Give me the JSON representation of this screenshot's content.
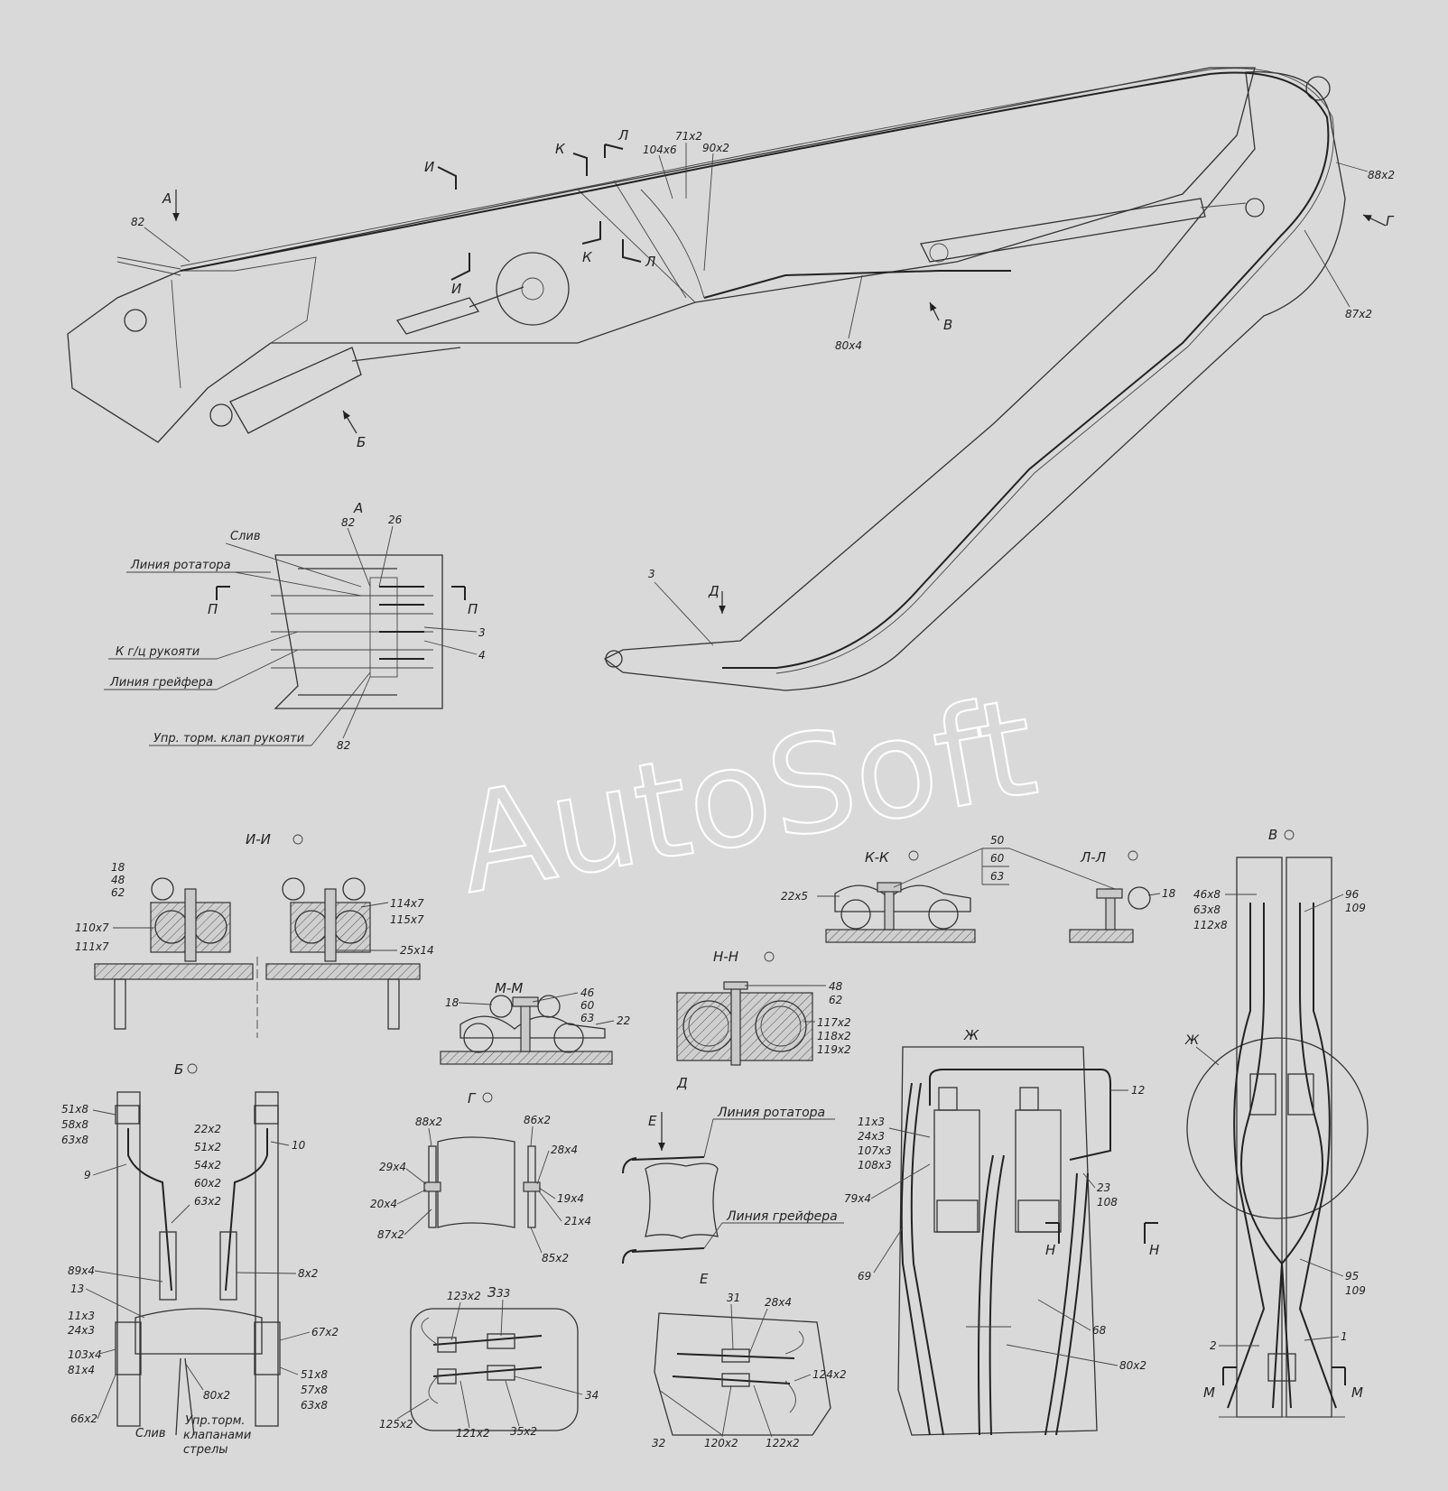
{
  "watermark": "AutoSoft",
  "main_view": {
    "view_markers": [
      "А",
      "Б",
      "В",
      "Г",
      "Д",
      "И",
      "И",
      "К",
      "К",
      "Л",
      "Л"
    ],
    "callouts": [
      "82",
      "104x6",
      "71x2",
      "90x2",
      "88x2",
      "87x2",
      "80x4",
      "3"
    ]
  },
  "view_A": {
    "title": "А",
    "section_marks": [
      "П",
      "П"
    ],
    "labels": [
      "Слив",
      "Линия ротатора",
      "К г/ц рукояти",
      "Линия грейфера",
      "Упр. торм. клап рукояти"
    ],
    "callouts": [
      "82",
      "26",
      "3",
      "4",
      "82"
    ]
  },
  "section_II": {
    "title": "И-И",
    "callouts": [
      "18",
      "48",
      "62",
      "110x7",
      "111x7",
      "114x7",
      "115x7",
      "25x14"
    ]
  },
  "section_KK": {
    "title": "К-К",
    "callouts": [
      "22x5",
      "50",
      "60",
      "63"
    ]
  },
  "section_LL": {
    "title": "Л-Л",
    "callouts": [
      "18"
    ]
  },
  "section_MM": {
    "title": "М-М",
    "callouts": [
      "46",
      "60",
      "63",
      "18",
      "22"
    ]
  },
  "section_NN": {
    "title": "Н-Н",
    "callouts": [
      "48",
      "62",
      "117x2",
      "118x2",
      "119x2"
    ]
  },
  "view_B": {
    "title": "Б",
    "callouts": [
      "51x8",
      "58x8",
      "63x8",
      "9",
      "22x2",
      "51x2",
      "54x2",
      "60x2",
      "63x2",
      "10",
      "89x4",
      "8x2",
      "13",
      "11x3",
      "24x3",
      "67x2",
      "103x4",
      "81x4",
      "51x8",
      "57x8",
      "63x8",
      "66x2",
      "80x2"
    ],
    "labels": [
      "Слив",
      "Упр.торм.",
      "клапанами",
      "стрелы"
    ]
  },
  "view_G": {
    "title": "Г",
    "callouts": [
      "88x2",
      "86x2",
      "29x4",
      "28x4",
      "20x4",
      "19x4",
      "21x4",
      "87x2",
      "85x2"
    ]
  },
  "view_D": {
    "title": "Д",
    "marker": "Е",
    "labels": [
      "Линия ротатора",
      "Линия грейфера"
    ]
  },
  "view_Z": {
    "title": "З",
    "callouts": [
      "123x2",
      "33",
      "34",
      "125x2",
      "121x2",
      "35x2"
    ]
  },
  "view_E": {
    "title": "Е",
    "callouts": [
      "31",
      "28x4",
      "124x2",
      "32",
      "120x2",
      "122x2"
    ]
  },
  "view_Zh": {
    "title": "Ж",
    "callouts": [
      "12",
      "11x3",
      "24x3",
      "107x3",
      "108x3",
      "79x4",
      "23",
      "108",
      "69",
      "68",
      "80x2"
    ],
    "section_marks": [
      "Н",
      "Н"
    ]
  },
  "view_V": {
    "title": "В",
    "callouts": [
      "46x8",
      "63x8",
      "112x8",
      "96",
      "109",
      "Ж",
      "95",
      "109",
      "2",
      "1"
    ],
    "section_marks": [
      "М",
      "М"
    ]
  }
}
